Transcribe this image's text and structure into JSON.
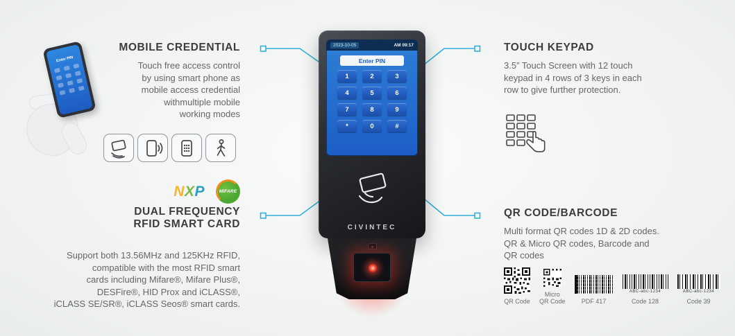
{
  "left": {
    "mobile_credential": {
      "title": "MOBILE CREDENTIAL",
      "body": "Touch free access control\nby using smart phone as\nmobile access credential\nwithmultiple mobile\nworking modes",
      "icons": [
        "card-wave-icon",
        "phone-tap-icon",
        "phone-keypad-icon",
        "walking-person-icon"
      ]
    },
    "logos": {
      "nxp": "NXP",
      "mifare": "MIFARE"
    },
    "dual_frequency": {
      "title": "DUAL FREQUENCY\nRFID SMART CARD",
      "body": "Support both 13.56MHz and 125KHz RFID,\ncompatible with the most RFID smart\ncards including Mifare®, Mifare Plus®,\nDESFire®, HID Prox and iCLASS®,\niCLASS SE/SR®, iCLASS Seos® smart cards."
    }
  },
  "right": {
    "touch_keypad": {
      "title": "TOUCH KEYPAD",
      "body": "3.5” Touch Screen with 12 touch\nkeypad in 4 rows of 3 keys in each\nrow to give further protection."
    },
    "qr_barcode": {
      "title": "QR CODE/BARCODE",
      "body": "Multi format QR codes 1D & 2D codes.\nQR & Micro QR codes, Barcode and\nQR codes",
      "codes": [
        {
          "label": "QR Code"
        },
        {
          "label": "Micro\nQR Code"
        },
        {
          "label": "PDF 417"
        },
        {
          "label": "Code 128",
          "value": "ABC-abc-1234"
        },
        {
          "label": "Code 39",
          "value": "ABC-abc-1234"
        }
      ]
    }
  },
  "device": {
    "status_date": "2023-10-05",
    "status_time": "AM 09:17",
    "screen_title": "Enter PIN",
    "keys": [
      "1",
      "2",
      "3",
      "4",
      "5",
      "6",
      "7",
      "8",
      "9",
      "*",
      "0",
      "#"
    ],
    "brand": "CIVINTEC"
  },
  "phone_screen": {
    "title": "Enter PIN"
  },
  "colors": {
    "accent": "#2fb0d9",
    "screen_blue": "#2273d6",
    "scanner_glow": "#ff3b2f"
  }
}
